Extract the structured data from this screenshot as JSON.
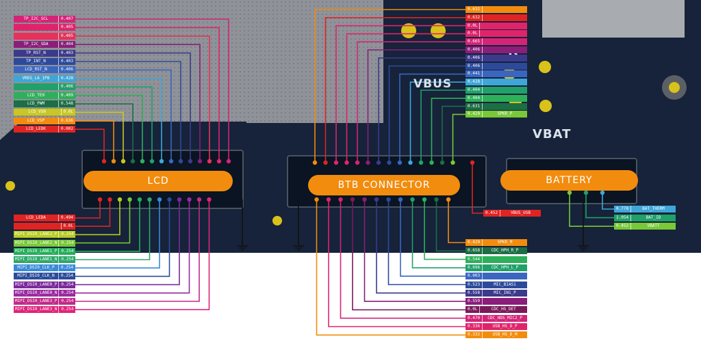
{
  "components": {
    "lcd": "LCD",
    "btb": "BTB CONNECTOR",
    "battery": "BATTERY"
  },
  "silkscreen": {
    "vbus": "VBUS",
    "vbat": "VBAT",
    "d": "D"
  },
  "lcd_top": [
    {
      "name": "TP_I2C_SCL",
      "value": "0.407",
      "color": "#d42478"
    },
    {
      "name": "",
      "value": "0.405",
      "color": "#e0246c"
    },
    {
      "name": "",
      "value": "0.405",
      "color": "#e8305a"
    },
    {
      "name": "TP_I2C_SDA",
      "value": "0.404",
      "color": "#8a1e7a"
    },
    {
      "name": "TP_RST_N",
      "value": "0.403",
      "color": "#3c3a8c"
    },
    {
      "name": "TP_INT_N",
      "value": "0.403",
      "color": "#2d4a9a"
    },
    {
      "name": "LCD_RST_N",
      "value": "0.406",
      "color": "#3a66c0"
    },
    {
      "name": "VREG_L6_1P8",
      "value": "0.428",
      "color": "#3fa6d8"
    },
    {
      "name": "",
      "value": "0.406",
      "color": "#22a06a"
    },
    {
      "name": "LCD_TE0",
      "value": "0.409",
      "color": "#2eb05a"
    },
    {
      "name": "LCD_PWM",
      "value": "0.548",
      "color": "#1c6e44"
    },
    {
      "name": "LCD_VSN",
      "value": "0.0L",
      "color": "#c8c820"
    },
    {
      "name": "LCD_VSP",
      "value": "0.636",
      "color": "#f28c0e"
    },
    {
      "name": "LCD_LEDK",
      "value": "0.002",
      "color": "#e02424"
    }
  ],
  "lcd_bottom": [
    {
      "name": "LCD_LEDA",
      "value": "0.494",
      "color": "#e02424"
    },
    {
      "name": "",
      "value": "0.0L",
      "color": "#e02424"
    },
    {
      "name": "MIPI_DSI0_LANE2_P",
      "value": "0.254",
      "color": "#b8cc20"
    },
    {
      "name": "MIPI_DSI0_LANE2_N",
      "value": "0.254",
      "color": "#78c838"
    },
    {
      "name": "MIPI_DSI0_LANE1_P",
      "value": "0.254",
      "color": "#22b05a"
    },
    {
      "name": "MIPI_DSI0_LANE1_N",
      "value": "0.254",
      "color": "#2ea86a"
    },
    {
      "name": "MIPI_DSI0_CLK_P",
      "value": "0.254",
      "color": "#3a8ad8"
    },
    {
      "name": "MIPI_DSI0_CLK_N",
      "value": "0.254",
      "color": "#2a4c9a"
    },
    {
      "name": "MIPI_DSI0_LANE0_P",
      "value": "0.254",
      "color": "#7a2a9a"
    },
    {
      "name": "MIPI_DSI0_LANE0_N",
      "value": "0.254",
      "color": "#9a2aa0"
    },
    {
      "name": "MIPI_DSI0_LANE3_P",
      "value": "0.254",
      "color": "#c02a8a"
    },
    {
      "name": "MIPI_DSI0_LANE3_N",
      "value": "0.254",
      "color": "#e0247a"
    }
  ],
  "btb_top": [
    {
      "name": "",
      "value": "0.632",
      "color": "#f28c0e"
    },
    {
      "name": "",
      "value": "0.632",
      "color": "#e02424"
    },
    {
      "name": "",
      "value": "0.0L",
      "color": "#e0246c"
    },
    {
      "name": "",
      "value": "0.0L",
      "color": "#e0246c"
    },
    {
      "name": "",
      "value": "0.665",
      "color": "#d42478"
    },
    {
      "name": "",
      "value": "0.406",
      "color": "#8a1e7a"
    },
    {
      "name": "",
      "value": "0.406",
      "color": "#3c3a8c"
    },
    {
      "name": "",
      "value": "0.406",
      "color": "#2d4a9a"
    },
    {
      "name": "",
      "value": "0.441",
      "color": "#3a66c0"
    },
    {
      "name": "",
      "value": "0.428",
      "color": "#3fa6d8"
    },
    {
      "name": "",
      "value": "0.404",
      "color": "#22a06a"
    },
    {
      "name": "",
      "value": "0.404",
      "color": "#2eb05a"
    },
    {
      "name": "",
      "value": "0.631",
      "color": "#1c6e44"
    },
    {
      "name": "SPKR_P",
      "value": "0.429",
      "color": "#78c838"
    }
  ],
  "btb_right": {
    "name": "VBUS_USB",
    "value": "0.452",
    "color": "#e02424"
  },
  "btb_bottom": [
    {
      "name": "SPKR_M",
      "value": "0.429",
      "color": "#f28c0e"
    },
    {
      "name": "CDC_HPH_R_P",
      "value": "0.658",
      "color": "#1c6e44"
    },
    {
      "name": "",
      "value": "0.544",
      "color": "#2eb05a"
    },
    {
      "name": "CDC_HPH_L_P",
      "value": "0.696",
      "color": "#22a06a"
    },
    {
      "name": "",
      "value": "0.003",
      "color": "#3a66c0"
    },
    {
      "name": "MIC_BIAS1",
      "value": "0.523",
      "color": "#2d4a9a"
    },
    {
      "name": "MIC_IN1_P",
      "value": "0.558",
      "color": "#3c3a8c"
    },
    {
      "name": "",
      "value": "0.559",
      "color": "#8a1e7a"
    },
    {
      "name": "CDC_HS_DET",
      "value": "0.0L",
      "color": "#7a1a5a"
    },
    {
      "name": "CDC_HDS_MIC2_P",
      "value": "0.470",
      "color": "#d42478"
    },
    {
      "name": "USB_HS_D_P",
      "value": "0.336",
      "color": "#e0246c"
    },
    {
      "name": "USB_HS_D_M",
      "value": "0.332",
      "color": "#f28c0e"
    }
  ],
  "battery": [
    {
      "name": "BAT_THERM",
      "value": "0.778",
      "color": "#3fa6d8"
    },
    {
      "name": "BAT_ID",
      "value": "1.054",
      "color": "#22a06a"
    },
    {
      "name": "VBATT",
      "value": "0.452",
      "color": "#78c838"
    }
  ]
}
